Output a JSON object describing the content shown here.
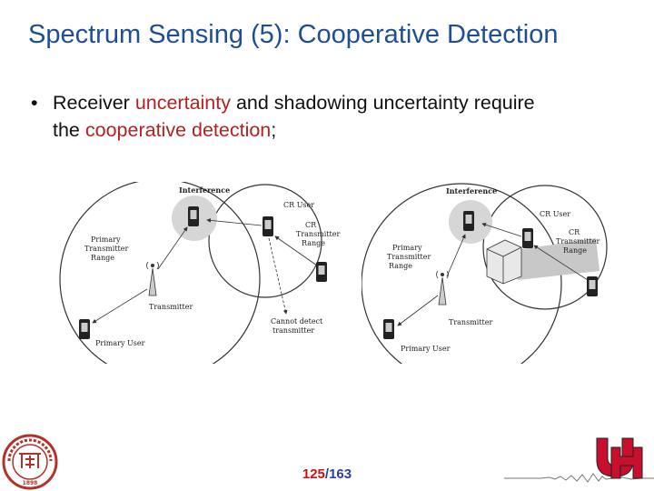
{
  "slide": {
    "title": "Spectrum Sensing (5): Cooperative Detection",
    "bullet": {
      "t1": "Receiver ",
      "t2": "uncertainty",
      "t3": " and shadowing uncertainty require",
      "t4": "the ",
      "t5": "cooperative detection",
      "t6": ";"
    },
    "page_current": "125",
    "page_sep": "/",
    "page_total": "163"
  },
  "diagram_left": {
    "interference": "Interference",
    "cr_user": "CR User",
    "cr_range_1": "CR",
    "cr_range_2": "Transmitter",
    "cr_range_3": "Range",
    "primary_range_1": "Primary",
    "primary_range_2": "Transmitter",
    "primary_range_3": "Range",
    "transmitter": "Transmitter",
    "cannot_detect_1": "Cannot detect",
    "cannot_detect_2": "transmitter",
    "primary_user": "Primary User"
  },
  "diagram_right": {
    "interference": "Interference",
    "cr_user": "CR User",
    "cr_range_1": "CR",
    "cr_range_2": "Transmitter",
    "cr_range_3": "Range",
    "primary_range_1": "Primary",
    "primary_range_2": "Transmitter",
    "primary_range_3": "Range",
    "transmitter": "Transmitter",
    "primary_user": "Primary User"
  },
  "logos": {
    "left_logo_icon": "peking-university-seal",
    "right_logo_icon": "uh-logo",
    "left_logo_text": "PEKING UNIVERSITY",
    "left_logo_year": "1898"
  },
  "colors": {
    "title": "#1f4e96",
    "accent_red": "#b22222",
    "page_number": "#2f3f9a",
    "uh_red": "#c8102e"
  }
}
